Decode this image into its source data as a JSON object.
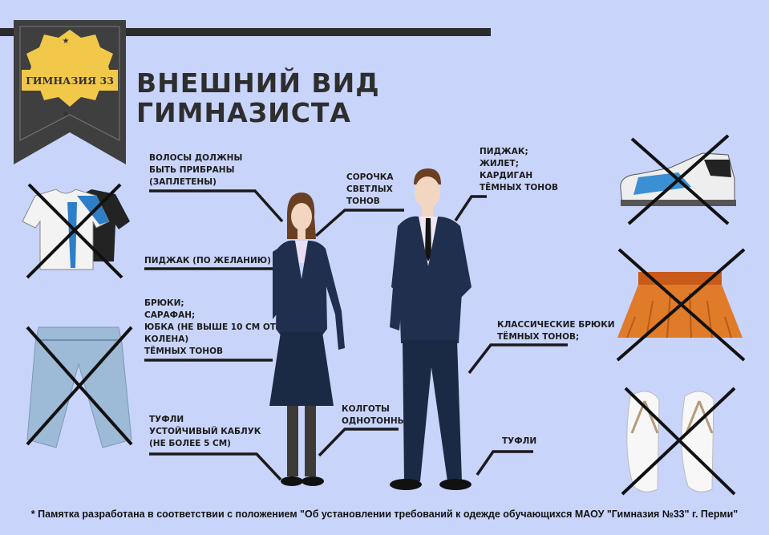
{
  "badge": {
    "text": "ГИМНАЗИЯ 33"
  },
  "title": {
    "line1": "ВНЕШНИЙ ВИД",
    "line2": "ГИМНАЗИСТА"
  },
  "labels": {
    "hair": "ВОЛОСЫ ДОЛЖНЫ\nБЫТЬ ПРИБРАНЫ\n(ЗАПЛЕТЕНЫ)",
    "jacket_optional": "ПИДЖАК (ПО ЖЕЛАНИЮ)",
    "bottoms": "БРЮКИ;\nСАРАФАН;\nЮБКА (НЕ ВЫШЕ 10 СМ ОТ\nКОЛЕНА)\nТЁМНЫХ ТОНОВ",
    "girl_shoes": "ТУФЛИ\nУСТОЙЧИВЫЙ КАБЛУК\n(НЕ БОЛЕЕ 5 СМ)",
    "shirt": "СОРОЧКА\nСВЕТЛЫХ\nТОНОВ",
    "tights": "КОЛГОТЫ\nОДНОТОННЫЕ",
    "jacket_boy": "ПИДЖАК;\nЖИЛЕТ;\nКАРДИГАН\nТЁМНЫХ ТОНОВ",
    "trousers": "КЛАССИЧЕСКИЕ БРЮКИ\nТЁМНЫХ ТОНОВ;",
    "boy_shoes": "ТУФЛИ"
  },
  "footnote": "* Памятка разработана в соответствии с положением \"Об установлении требований к одежде обучающихся МАОУ \"Гимназия №33\" г. Перми\"",
  "colors": {
    "background": "#c9d4fb",
    "badge": "#f2c84b",
    "banner": "#3f3f3f",
    "suit": "#1f2f4d"
  },
  "forbidden_items": [
    "sport-tshirt",
    "jeans",
    "sneakers",
    "short-skirt",
    "flip-flops"
  ]
}
